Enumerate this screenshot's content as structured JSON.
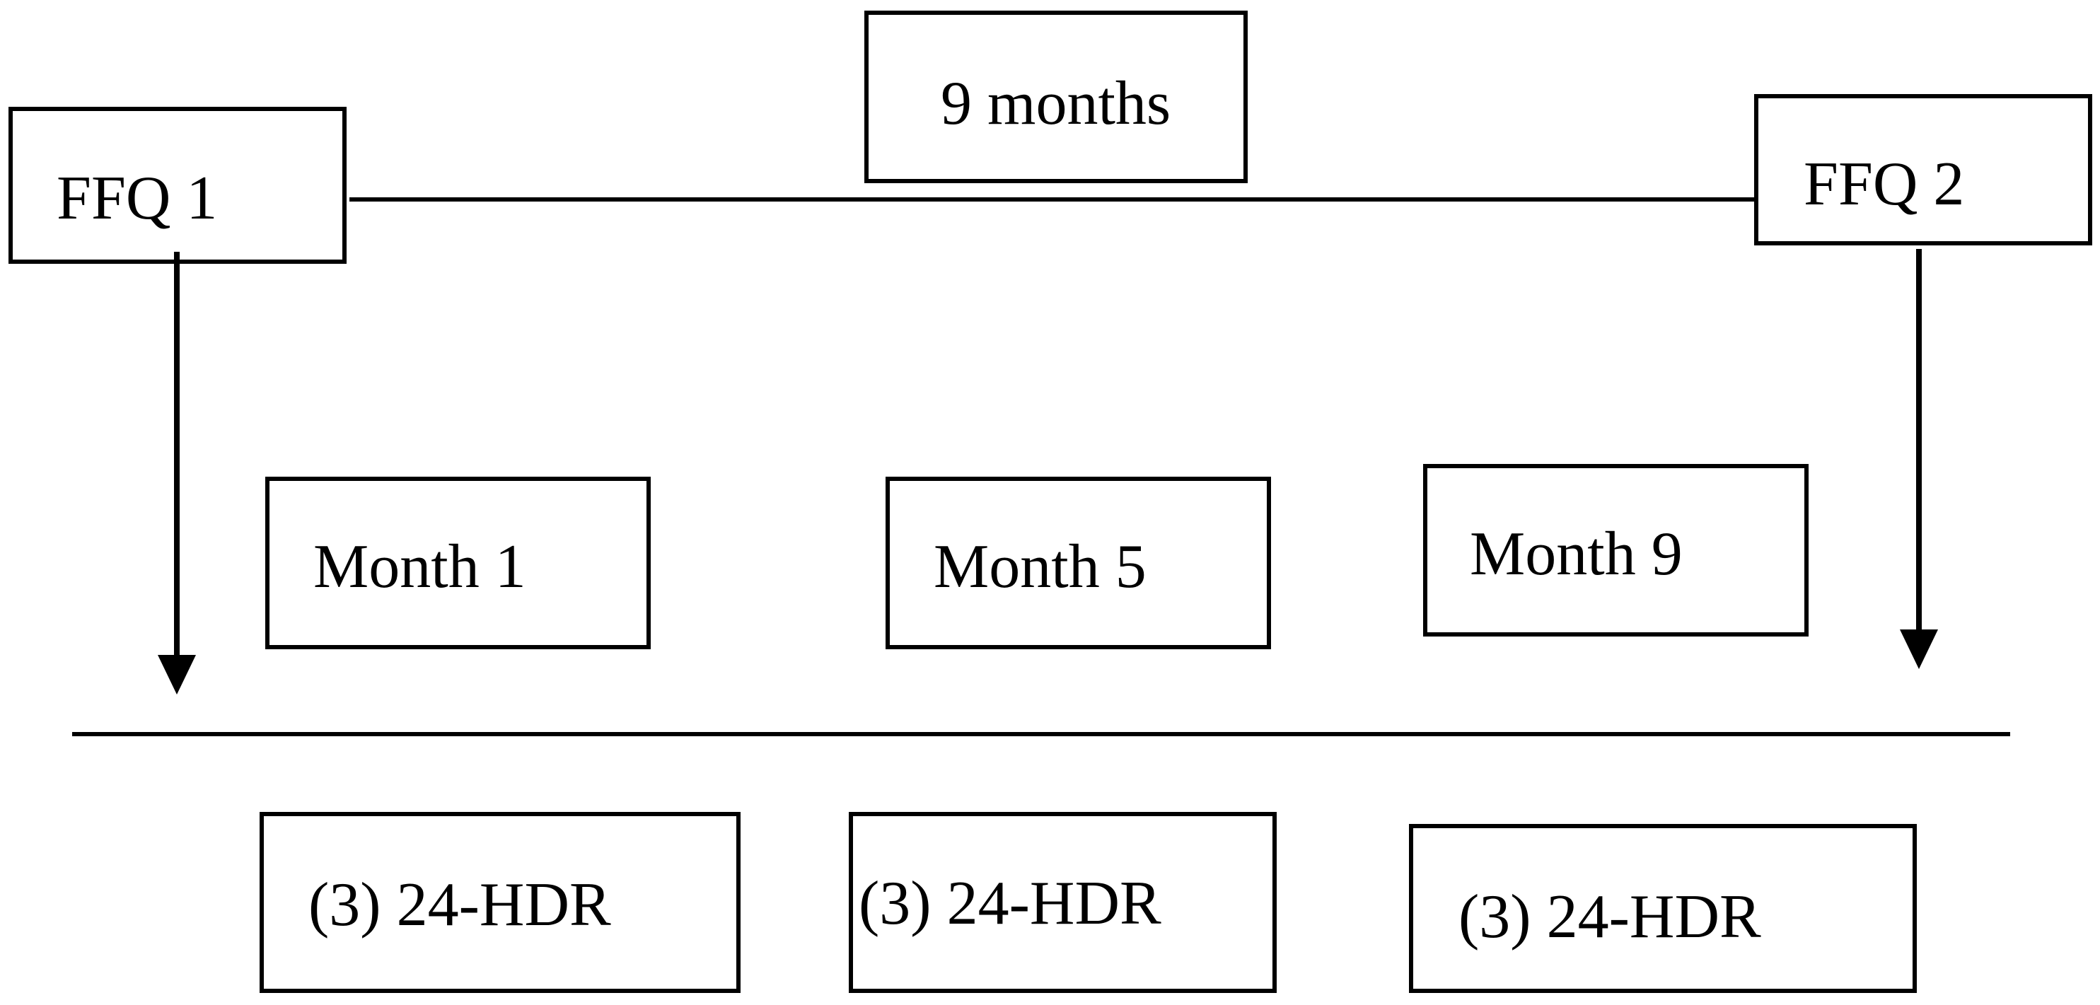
{
  "diagram": {
    "duration_label": "9 months",
    "ffq1_label": "FFQ 1",
    "ffq2_label": "FFQ 2",
    "months": [
      {
        "label": "Month 1"
      },
      {
        "label": "Month 5"
      },
      {
        "label": "Month 9"
      }
    ],
    "recalls": [
      {
        "label": "(3) 24-HDR"
      },
      {
        "label": "(3) 24-HDR"
      },
      {
        "label": "(3) 24-HDR"
      }
    ]
  }
}
